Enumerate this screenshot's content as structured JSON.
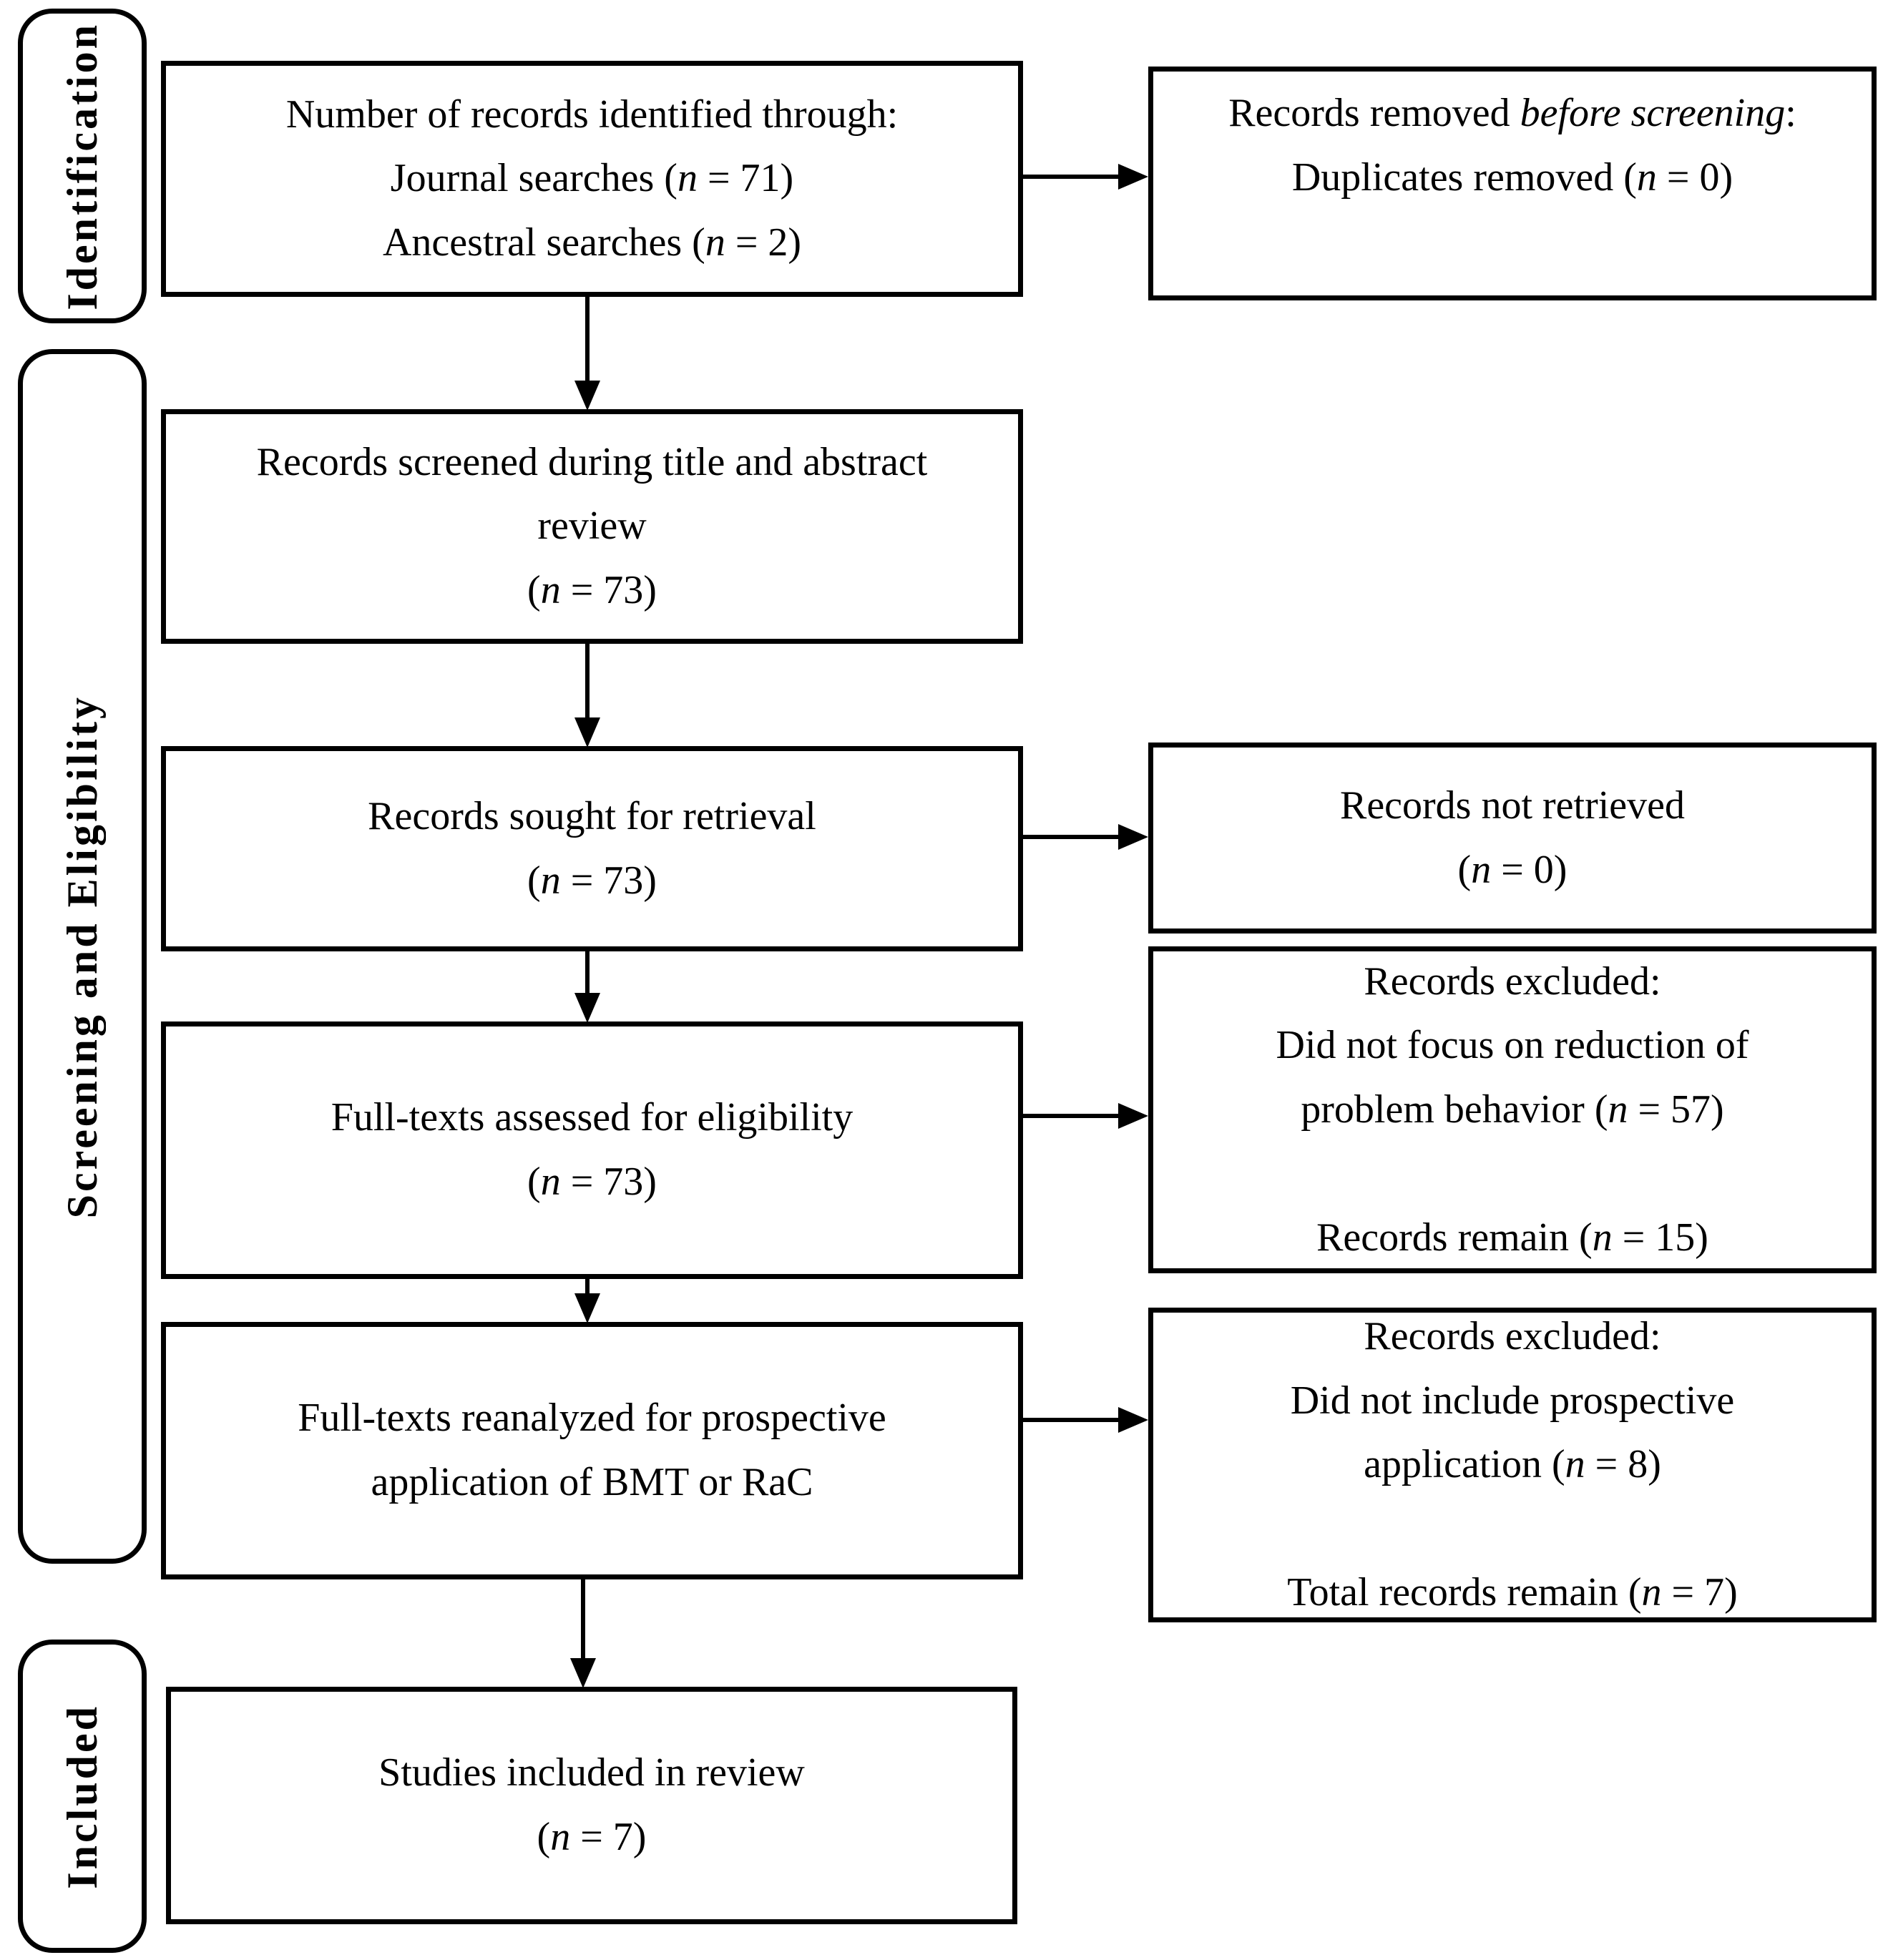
{
  "figure": {
    "kind": "PRISMA systematic review flow diagram",
    "stages": [
      {
        "id": "identification",
        "label": "Identification"
      },
      {
        "id": "screening-eligibility",
        "label": "Screening and Eligibility"
      },
      {
        "id": "included",
        "label": "Included"
      }
    ],
    "boxes": {
      "identified": {
        "lines": [
          [
            {
              "t": "Number of records identified through:"
            }
          ],
          [
            {
              "t": "Journal searches ("
            },
            {
              "t": "n",
              "i": true
            },
            {
              "t": " = 71)"
            }
          ],
          [
            {
              "t": "Ancestral searches ("
            },
            {
              "t": "n",
              "i": true
            },
            {
              "t": " = 2)"
            }
          ]
        ]
      },
      "removed_before_screening": {
        "lines": [
          [
            {
              "t": "Records removed "
            },
            {
              "t": "before screening",
              "i": true
            },
            {
              "t": ":"
            }
          ],
          [
            {
              "t": "Duplicates removed ("
            },
            {
              "t": "n",
              "i": true
            },
            {
              "t": " = 0)"
            }
          ]
        ]
      },
      "screened": {
        "lines": [
          [
            {
              "t": "Records screened during title and abstract"
            }
          ],
          [
            {
              "t": "review"
            }
          ],
          [
            {
              "t": "("
            },
            {
              "t": "n",
              "i": true
            },
            {
              "t": " = 73)"
            }
          ]
        ]
      },
      "sought_retrieval": {
        "lines": [
          [
            {
              "t": "Records sought for retrieval"
            }
          ],
          [
            {
              "t": "("
            },
            {
              "t": "n",
              "i": true
            },
            {
              "t": " = 73)"
            }
          ]
        ]
      },
      "not_retrieved": {
        "lines": [
          [
            {
              "t": "Records not retrieved"
            }
          ],
          [
            {
              "t": "("
            },
            {
              "t": "n",
              "i": true
            },
            {
              "t": " = 0)"
            }
          ]
        ]
      },
      "fulltext_assessed": {
        "lines": [
          [
            {
              "t": "Full-texts assessed for eligibility"
            }
          ],
          [
            {
              "t": "("
            },
            {
              "t": "n",
              "i": true
            },
            {
              "t": " = 73)"
            }
          ]
        ]
      },
      "excluded_focus": {
        "lines": [
          [
            {
              "t": "Records excluded:"
            }
          ],
          [
            {
              "t": "Did not focus on reduction of"
            }
          ],
          [
            {
              "t": "problem behavior ("
            },
            {
              "t": "n",
              "i": true
            },
            {
              "t": " = 57)"
            }
          ],
          [],
          [
            {
              "t": "Records remain ("
            },
            {
              "t": "n",
              "i": true
            },
            {
              "t": " = 15)"
            }
          ]
        ]
      },
      "fulltext_reanalyzed": {
        "lines": [
          [
            {
              "t": "Full-texts reanalyzed for prospective"
            }
          ],
          [
            {
              "t": "application of BMT or RaC"
            }
          ]
        ]
      },
      "excluded_prospective": {
        "lines": [
          [
            {
              "t": "Records excluded:"
            }
          ],
          [
            {
              "t": "Did not include prospective"
            }
          ],
          [
            {
              "t": "application ("
            },
            {
              "t": "n",
              "i": true
            },
            {
              "t": " = 8)"
            }
          ],
          [],
          [
            {
              "t": "Total records remain ("
            },
            {
              "t": "n",
              "i": true
            },
            {
              "t": " = 7)"
            }
          ]
        ]
      },
      "studies_included": {
        "lines": [
          [
            {
              "t": "Studies included in review"
            }
          ],
          [
            {
              "t": "("
            },
            {
              "t": "n",
              "i": true
            },
            {
              "t": " = 7)"
            }
          ]
        ]
      }
    },
    "colors": {
      "stroke": "#000000",
      "background": "#ffffff"
    }
  }
}
